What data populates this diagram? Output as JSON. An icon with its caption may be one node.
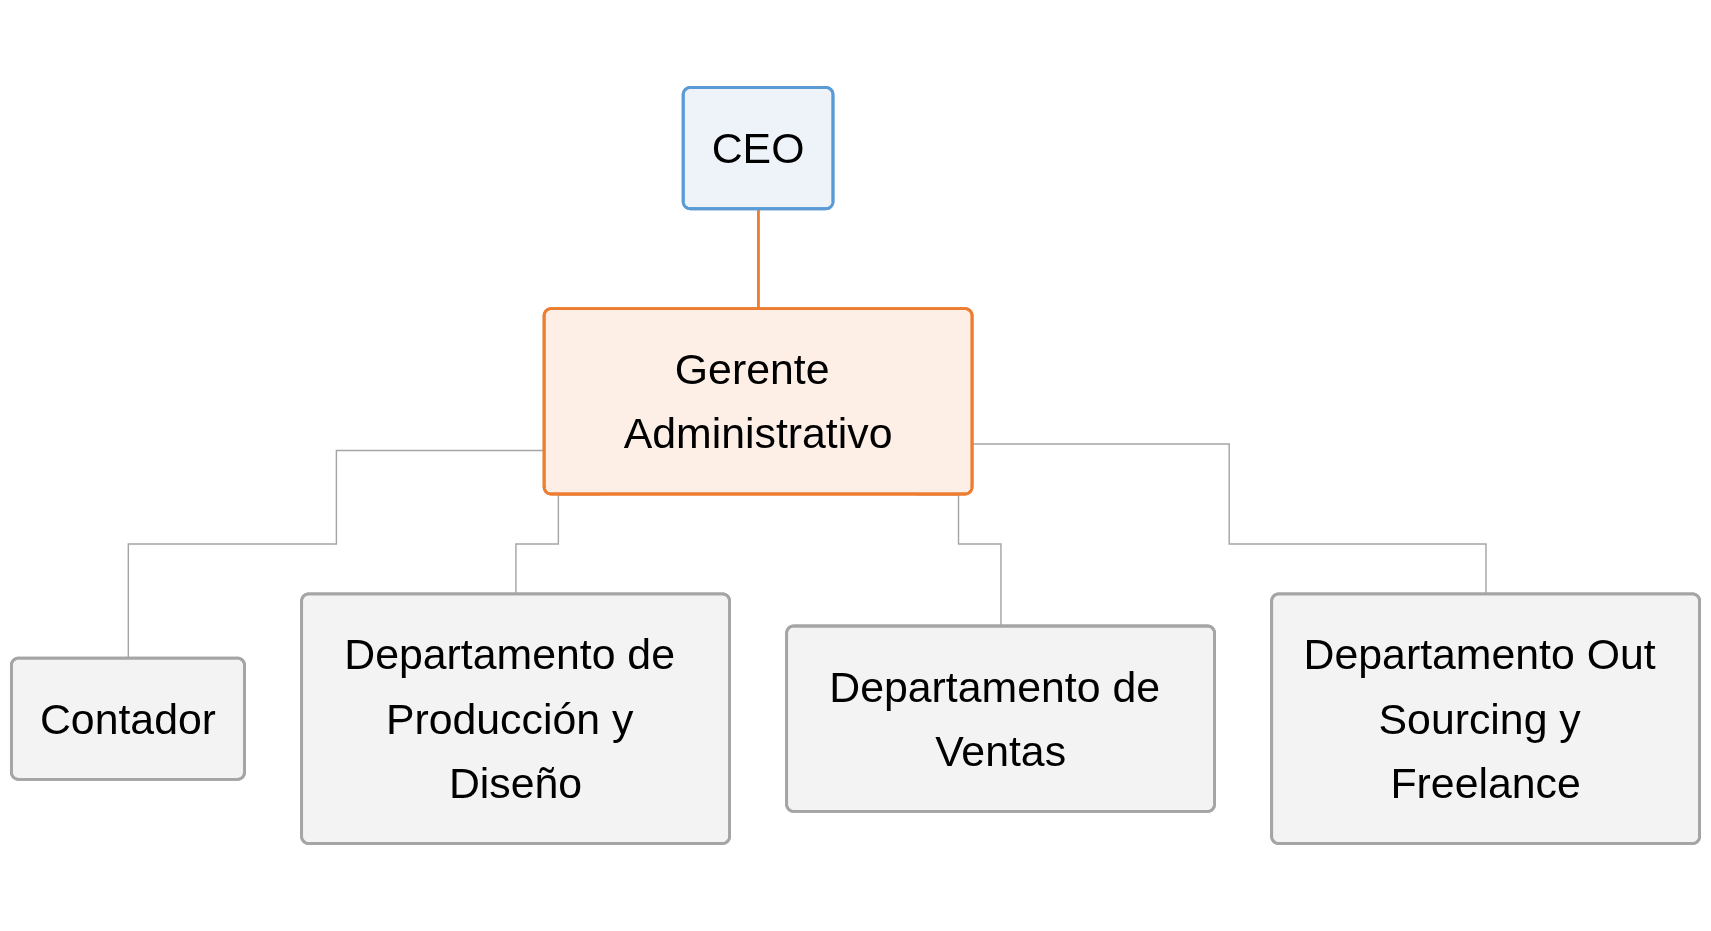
{
  "diagram": {
    "nodes": [
      {
        "text": [
          "CEO"
        ]
      },
      {
        "text": [
          "Gerente Administrativo"
        ]
      },
      {
        "text": [
          "Contador"
        ]
      },
      {
        "text": [
          "Departamento de Producción y Diseño"
        ]
      },
      {
        "text": [
          "Departamento de Ventas"
        ]
      },
      {
        "text": [
          "Departamento Out Sourcing y Freelance"
        ]
      }
    ],
    "edges": [
      {
        "from": 0,
        "to": 1,
        "arrow": "none",
        "color": "#ed7d31"
      },
      {
        "from": 1,
        "to": 2,
        "arrow": "none"
      },
      {
        "from": 1,
        "to": 3,
        "arrow": "none"
      },
      {
        "from": 1,
        "to": 4,
        "arrow": "none"
      },
      {
        "from": 1,
        "to": 5,
        "arrow": "none"
      }
    ]
  }
}
